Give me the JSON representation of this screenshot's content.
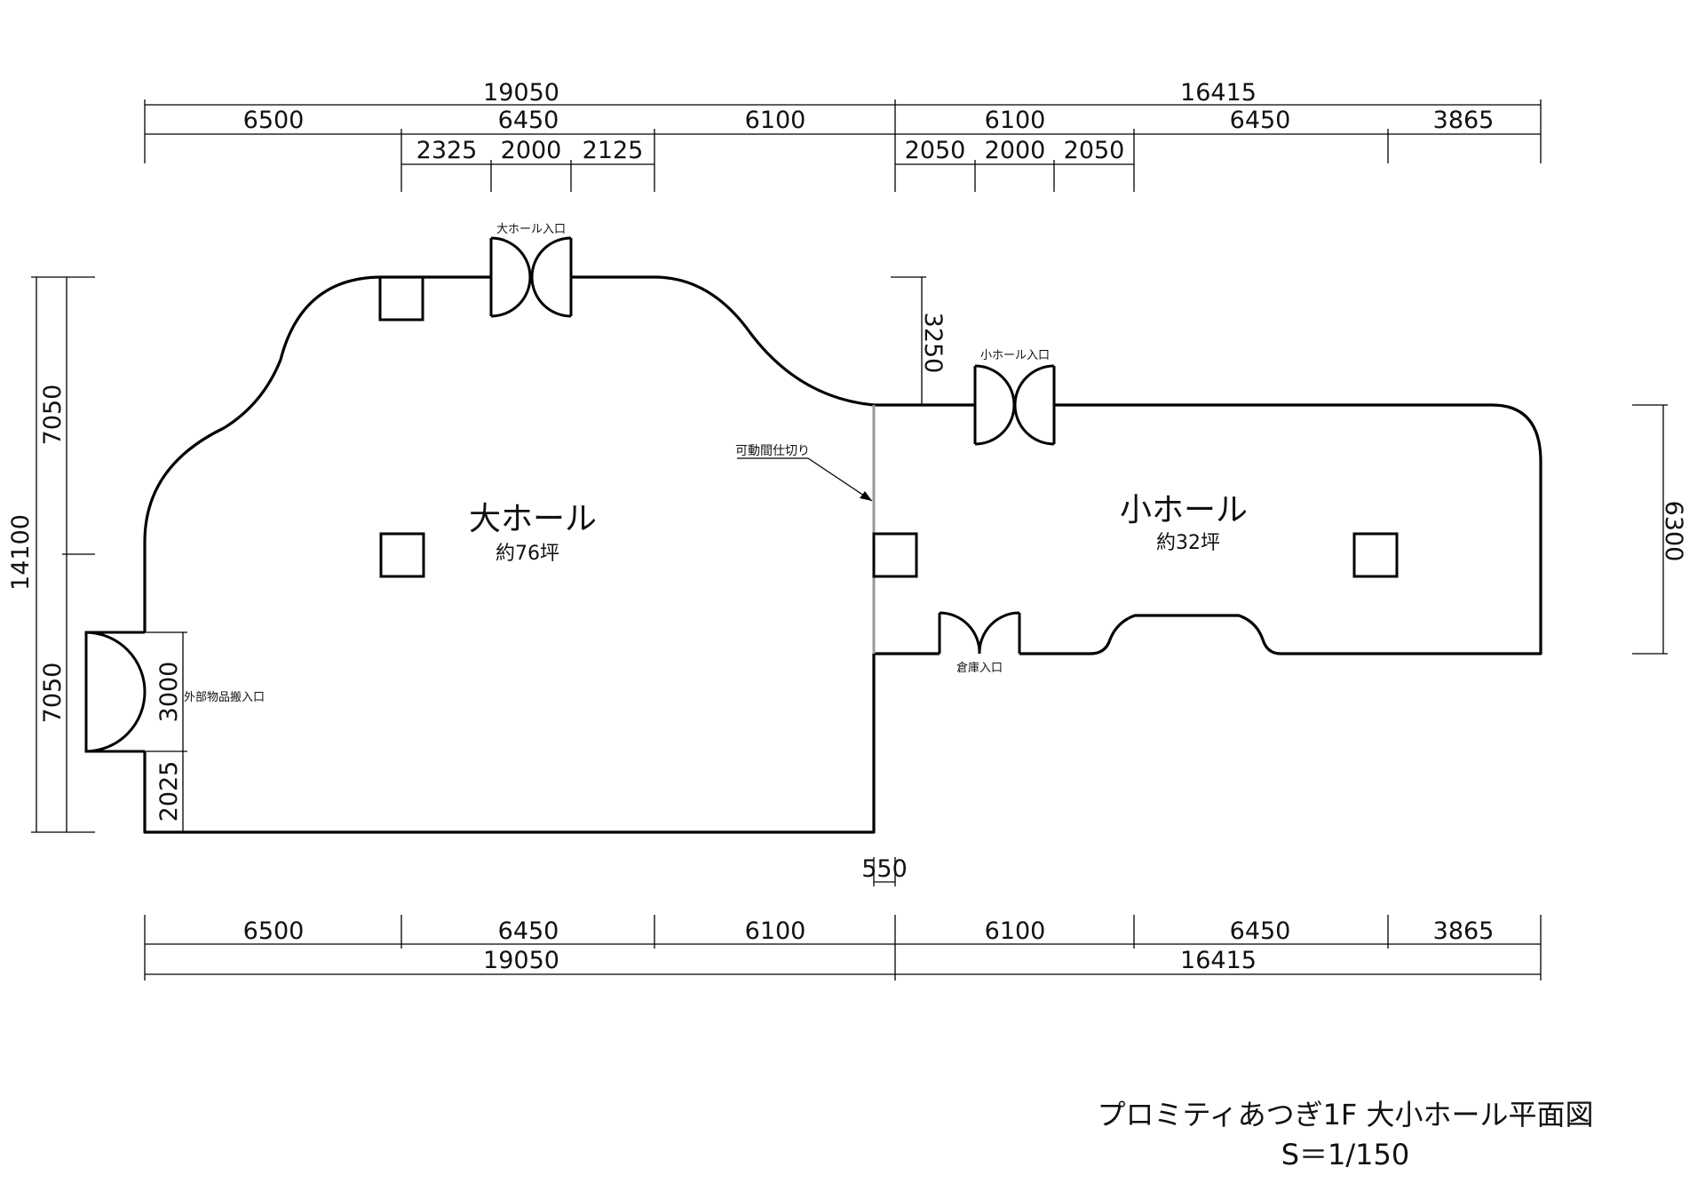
{
  "dims_top_total": [
    "19050",
    "16415"
  ],
  "dims_top_mid": [
    "6500",
    "6450",
    "6100",
    "6100",
    "6450",
    "3865"
  ],
  "dims_top_sub": [
    "2325",
    "2000",
    "2125",
    "2050",
    "2000",
    "2050"
  ],
  "dims_bottom_mid": [
    "6500",
    "6450",
    "6100",
    "6100",
    "6450",
    "3865"
  ],
  "dims_bottom_total": [
    "19050",
    "16415"
  ],
  "dims_left": {
    "upper": "7050",
    "lower": "7050",
    "total": "14100",
    "door": "3000",
    "door_offset": "2025"
  },
  "dims_right": {
    "small_hall_depth": "6300",
    "step": "3250"
  },
  "dim_partition_width": "550",
  "rooms": [
    {
      "name": "大ホール",
      "area": "約76坪"
    },
    {
      "name": "小ホール",
      "area": "約32坪"
    }
  ],
  "door_labels": {
    "main_hall_entrance": "大ホール入口",
    "small_hall_entrance": "小ホール入口",
    "warehouse_entrance": "倉庫入口",
    "external_loading_entrance": "外部物品搬入口"
  },
  "note_movable_partition": "可動間仕切り",
  "title": {
    "main": "プロミティあつぎ1F 大小ホール平面図",
    "scale": "S＝1/150"
  }
}
